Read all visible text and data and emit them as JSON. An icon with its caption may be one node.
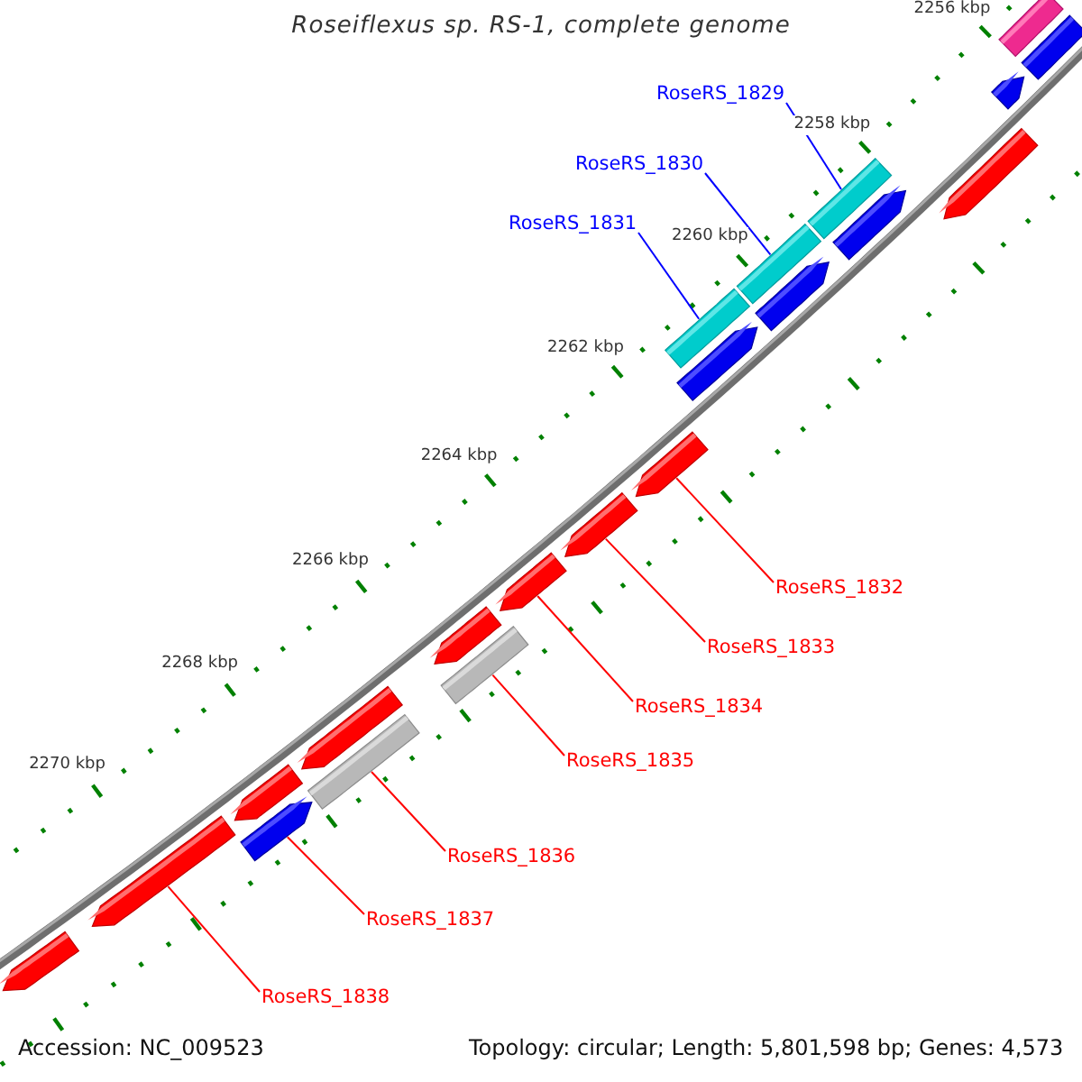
{
  "diagram": {
    "title": "Roseiflexus sp. RS-1, complete genome",
    "nodes": [
      {
        "text": [],
        "shape": "bar"
      },
      {
        "text": [],
        "shape": "arrow"
      },
      {
        "text": [],
        "shape": "arrow"
      },
      {
        "text": [],
        "shape": "arrow"
      },
      {
        "text": [],
        "shape": "bar"
      },
      {
        "text": [],
        "shape": "arrow"
      },
      {
        "text": [],
        "shape": "bar"
      },
      {
        "text": [],
        "shape": "arrow"
      },
      {
        "text": [],
        "shape": "bar"
      },
      {
        "text": [],
        "shape": "arrow"
      },
      {
        "text": [],
        "shape": "arrow"
      },
      {
        "text": [],
        "shape": "arrow"
      },
      {
        "text": [],
        "shape": "arrow"
      },
      {
        "text": [],
        "shape": "arrow"
      },
      {
        "text": [],
        "shape": "bar"
      },
      {
        "text": [],
        "shape": "arrow"
      },
      {
        "text": [],
        "shape": "bar"
      },
      {
        "text": [],
        "shape": "arrow"
      },
      {
        "text": [],
        "shape": "arrow"
      },
      {
        "text": [],
        "shape": "arrow"
      },
      {
        "text": [],
        "shape": "arrow"
      },
      {
        "text": [
          "RoseRS_1829"
        ]
      },
      {
        "text": [
          "RoseRS_1830"
        ]
      },
      {
        "text": [
          "RoseRS_1831"
        ]
      },
      {
        "text": [
          "RoseRS_1832"
        ]
      },
      {
        "text": [
          "RoseRS_1833"
        ]
      },
      {
        "text": [
          "RoseRS_1834"
        ]
      },
      {
        "text": [
          "RoseRS_1835"
        ]
      },
      {
        "text": [
          "RoseRS_1836"
        ]
      },
      {
        "text": [
          "RoseRS_1837"
        ]
      },
      {
        "text": [
          "RoseRS_1838"
        ]
      }
    ],
    "edges": [
      {
        "from": 21,
        "to": 4,
        "arrow": "none",
        "color": "#0000ff"
      },
      {
        "from": 22,
        "to": 6,
        "arrow": "none",
        "color": "#0000ff"
      },
      {
        "from": 23,
        "to": 8,
        "arrow": "none",
        "color": "#0000ff"
      },
      {
        "from": 24,
        "to": 10,
        "arrow": "none"
      },
      {
        "from": 25,
        "to": 11,
        "arrow": "none"
      },
      {
        "from": 26,
        "to": 12,
        "arrow": "none"
      },
      {
        "from": 27,
        "to": 14,
        "arrow": "none"
      },
      {
        "from": 28,
        "to": 16,
        "arrow": "none"
      },
      {
        "from": 29,
        "to": 18,
        "arrow": "none"
      },
      {
        "from": 30,
        "to": 19,
        "arrow": "none"
      }
    ],
    "labels": [
      "2256 kbp",
      "2258 kbp",
      "2260 kbp",
      "2262 kbp",
      "2264 kbp",
      "2266 kbp",
      "2268 kbp",
      "2270 kbp",
      "Accession: NC_009523",
      "Topology: circular; Length: 5,801,598 bp; Genes: 4,573"
    ]
  }
}
